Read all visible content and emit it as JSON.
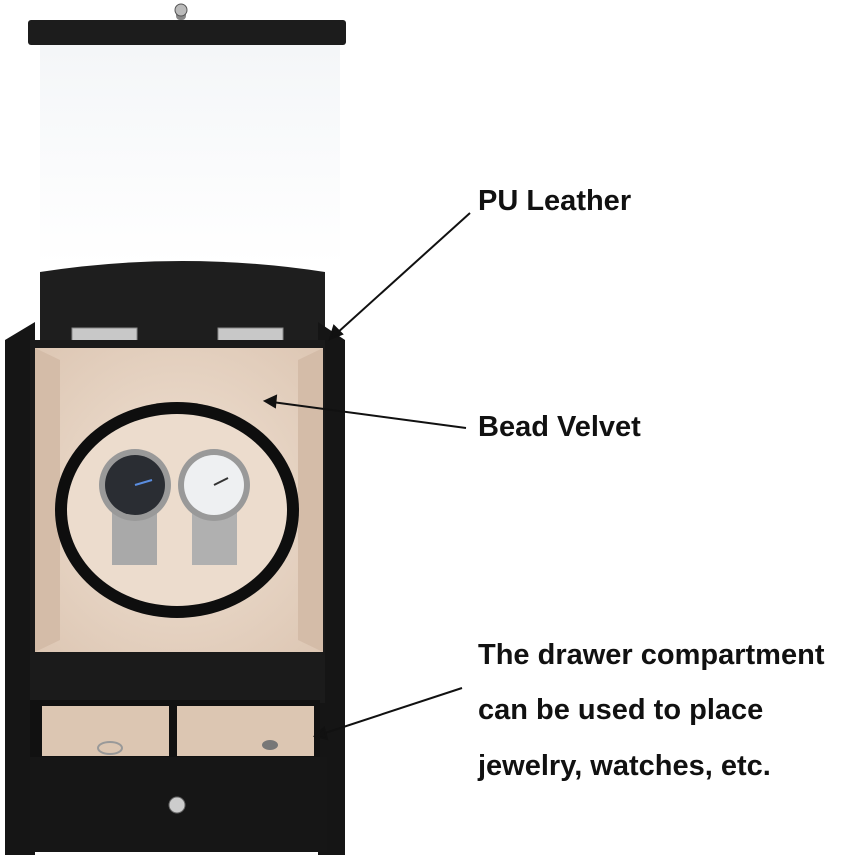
{
  "annotations": {
    "pu_leather": "PU Leather",
    "bead_velvet": "Bead Velvet",
    "drawer_line1": "The drawer compartment",
    "drawer_line2": "can be used to place",
    "drawer_line3": "jewelry, watches, etc."
  },
  "colors": {
    "leather": "#1a1a1a",
    "velvet": "#ead8c8",
    "text": "#111111"
  }
}
